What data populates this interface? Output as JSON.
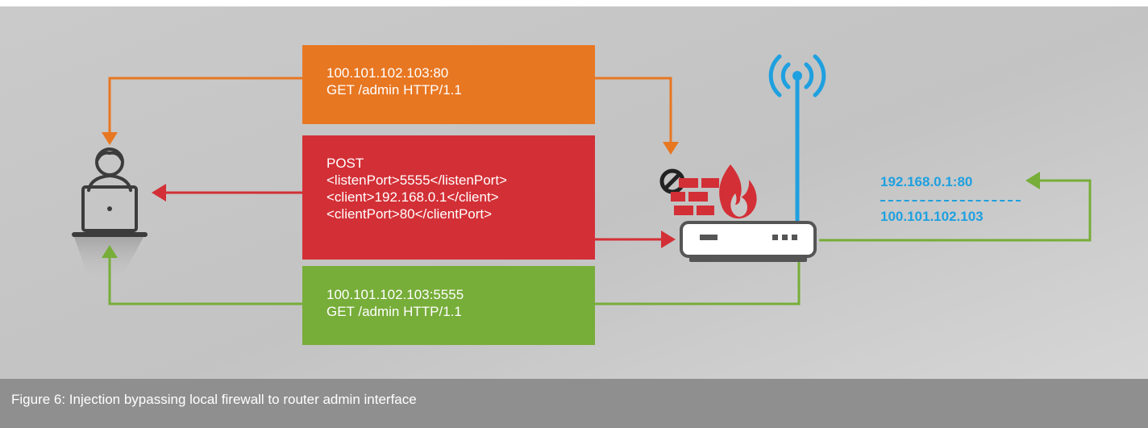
{
  "request_box": {
    "lines": [
      "100.101.102.103:80",
      "GET /admin HTTP/1.1"
    ],
    "color": "#e87722"
  },
  "injection_box": {
    "lines": [
      "POST",
      "<listenPort>5555</listenPort>",
      "<client>192.168.0.1</client>",
      "<clientPort>80</clientPort>"
    ],
    "color": "#d32f36"
  },
  "forwarded_box": {
    "lines": [
      "100.101.102.103:5555",
      "GET /admin HTTP/1.1"
    ],
    "color": "#77ad39"
  },
  "nat_mapping": {
    "local": "192.168.0.1:80",
    "public": "100.101.102.103",
    "color": "#1fa0e0"
  },
  "caption": "Figure 6: Injection bypassing local firewall to router admin interface",
  "icons": [
    "user-laptop-icon",
    "blocked-icon",
    "firewall-icon",
    "wifi-signal-icon",
    "router-icon"
  ]
}
